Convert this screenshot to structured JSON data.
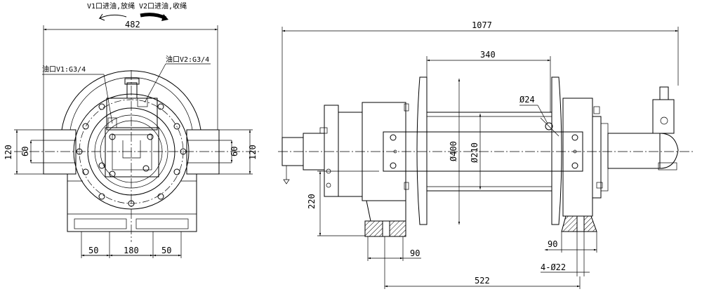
{
  "rotation": {
    "v1_label": "V1口进油,放绳",
    "v2_label": "V2口进油,收绳"
  },
  "front_view": {
    "port_v2": "油口V2:G3/4",
    "port_v1": "油口V1:G3/4",
    "dim_width": "482",
    "dim_120_left": "120",
    "dim_60_left": "60",
    "dim_60_right": "60",
    "dim_120_right": "120",
    "dim_50_left": "50",
    "dim_180": "180",
    "dim_50_right": "50"
  },
  "side_view": {
    "dim_length": "1077",
    "dim_340": "340",
    "dim_d24": "Ø24",
    "dim_d400": "Ø400",
    "dim_d210": "Ø210",
    "dim_220": "220",
    "dim_90_left": "90",
    "dim_90_right": "90",
    "dim_holes": "4-Ø22",
    "dim_522": "522"
  }
}
